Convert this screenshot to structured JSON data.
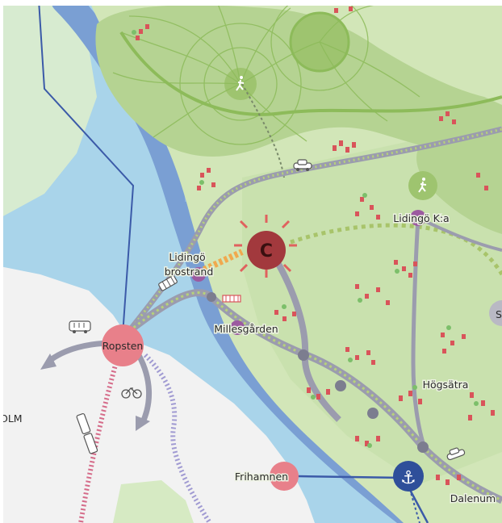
{
  "map": {
    "labels": {
      "ropsten": "Ropsten",
      "lidingo_brostrand_line1": "Lidingö",
      "lidingo_brostrand_line2": "brostrand",
      "millesgarden": "Millesgården",
      "lidingo_kyrka": "Lidingö K:a",
      "hogsatra": "Högsätra",
      "frihamnen": "Frihamnen",
      "dalenum": "Dalenum",
      "olm_partial": "OLM",
      "s_partial": "S",
      "centre_symbol": "C"
    },
    "icons": {
      "anchor": "⚓",
      "centre": "C"
    },
    "colors": {
      "water": "#a9d4ea",
      "water_deep": "#7a9fd3",
      "land_light": "#d2e6b8",
      "forest": "#b5d392",
      "forest_line": "#8dbb5a",
      "road": "#9b9cae",
      "rail_dot": "#a8c46a",
      "station_pink": "#e8808a",
      "station_purple": "#9c5aa0",
      "centre": "#a2393d",
      "anchor_badge": "#2f4f9a",
      "boundary": "#3b5aa8",
      "urban": "#f2f2f2",
      "houses": "#d9545a",
      "cycle_path": "#a09ad2",
      "rail_red": "#d56b89"
    }
  }
}
